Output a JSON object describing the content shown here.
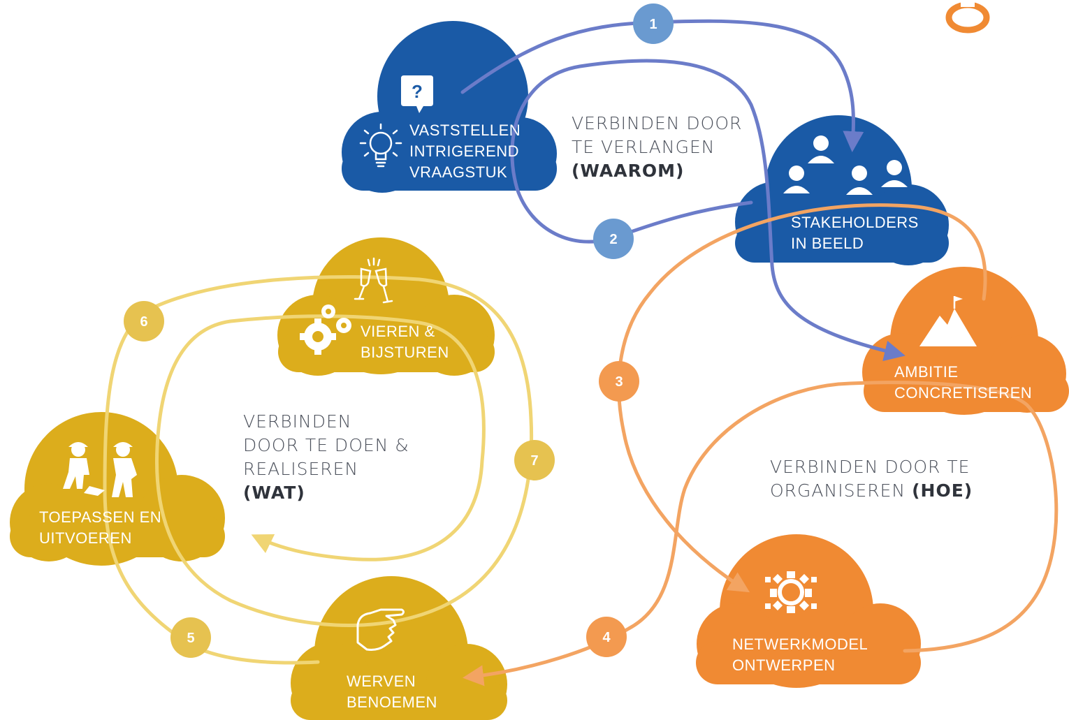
{
  "colors": {
    "blue_cloud": "#1a5aa6",
    "blue_line": "#6b7cc9",
    "blue_badge": "#6a9ad0",
    "orange_cloud": "#f08a33",
    "orange_line": "#f3a462",
    "orange_badge": "#f39a50",
    "gold_cloud": "#dcad1c",
    "gold_line": "#f0d574",
    "gold_badge": "#e6c250"
  },
  "clouds": {
    "vraagstuk": {
      "lines": [
        "VASTSTELLEN",
        "INTRIGEREND",
        "VRAAGSTUK"
      ],
      "icons": [
        "question-bubble-icon",
        "lightbulb-icon"
      ]
    },
    "stakeholders": {
      "lines": [
        "STAKEHOLDERS",
        "IN BEELD"
      ],
      "icons": [
        "people-icon"
      ]
    },
    "ambitie": {
      "lines": [
        "AMBITIE",
        "CONCRETISEREN"
      ],
      "icons": [
        "mountain-flag-icon"
      ]
    },
    "netwerkmodel": {
      "lines": [
        "NETWERKMODEL",
        "ONTWERPEN"
      ],
      "icons": [
        "network-icon"
      ]
    },
    "werven": {
      "lines": [
        "WERVEN",
        "BENOEMEN"
      ],
      "icons": [
        "pointing-hand-icon"
      ]
    },
    "toepassen": {
      "lines": [
        "TOEPASSEN EN",
        "UITVOEREN"
      ],
      "icons": [
        "workers-icon"
      ]
    },
    "vieren": {
      "lines": [
        "VIEREN &",
        "BIJSTUREN"
      ],
      "icons": [
        "champagne-icon",
        "gears-icon"
      ]
    }
  },
  "sections": {
    "waarom": {
      "lines": [
        "VERBINDEN DOOR",
        "TE VERLANGEN"
      ],
      "bold": "(WAAROM)"
    },
    "wat": {
      "lines": [
        "VERBINDEN",
        "DOOR TE DOEN &",
        "REALISEREN"
      ],
      "bold": "(WAT)"
    },
    "hoe": {
      "line1": "VERBINDEN DOOR TE",
      "line2": "ORGANISEREN",
      "bold": "(HOE)"
    }
  },
  "steps": [
    "1",
    "2",
    "3",
    "4",
    "5",
    "6",
    "7"
  ],
  "logo": {
    "icon": "ring-logo-icon"
  }
}
